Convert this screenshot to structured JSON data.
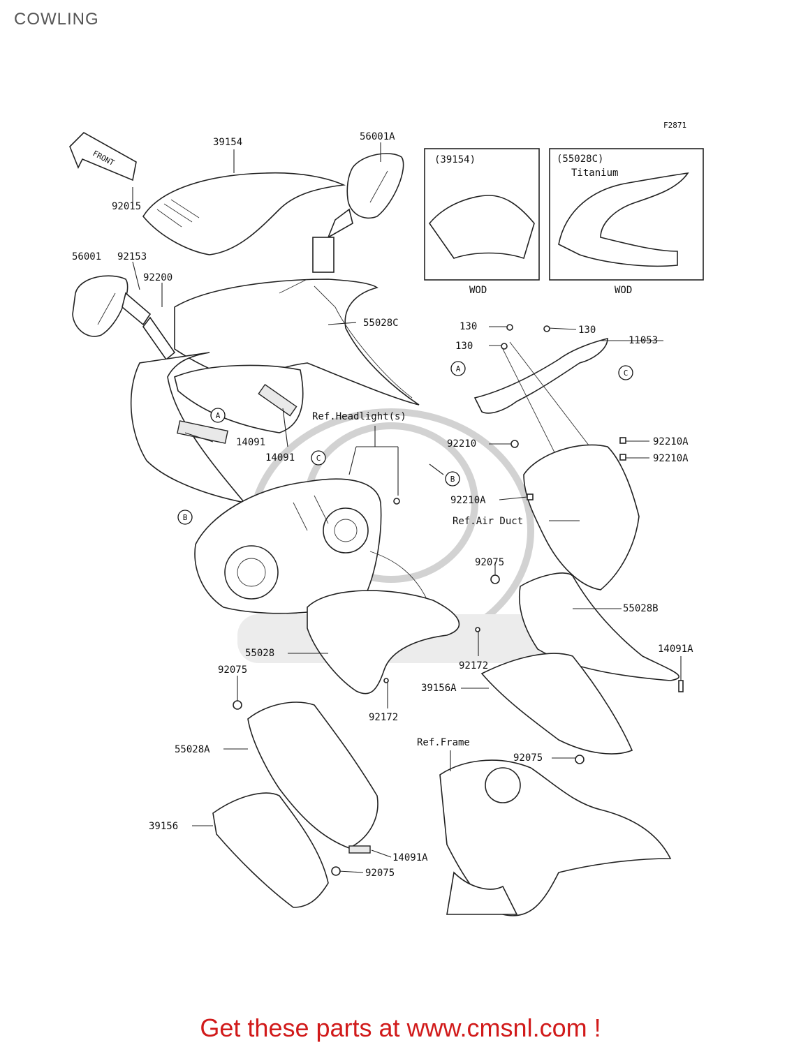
{
  "title": "COWLING",
  "figure_code": "F2871",
  "front_label": "FRONT",
  "inset_left": {
    "ref": "(39154)",
    "note": "WOD"
  },
  "inset_right": {
    "ref": "(55028C)",
    "material": "Titanium",
    "note": "WOD"
  },
  "refs": {
    "headlight": "Ref.Headlight(s)",
    "air_duct": "Ref.Air Duct",
    "frame": "Ref.Frame"
  },
  "callout_letters": {
    "a": "A",
    "b": "B",
    "c": "C"
  },
  "parts": {
    "p39154": "39154",
    "p56001A": "56001A",
    "p92015": "92015",
    "p56001": "56001",
    "p92153": "92153",
    "p92200": "92200",
    "p55028C": "55028C",
    "p14091_1": "14091",
    "p14091_2": "14091",
    "p130_1": "130",
    "p130_2": "130",
    "p130_3": "130",
    "p11053": "11053",
    "p92210": "92210",
    "p92210A_1": "92210A",
    "p92210A_2": "92210A",
    "p92210A_3": "92210A",
    "p92075_1": "92075",
    "p55028B": "55028B",
    "p14091A_1": "14091A",
    "p55028": "55028",
    "p92172_1": "92172",
    "p92075_2": "92075",
    "p39156A": "39156A",
    "p92172_2": "92172",
    "p55028A": "55028A",
    "p92075_3": "92075",
    "p39156": "39156",
    "p14091A_2": "14091A",
    "p92075_4": "92075"
  },
  "footer": "Get these parts at www.cmsnl.com !"
}
